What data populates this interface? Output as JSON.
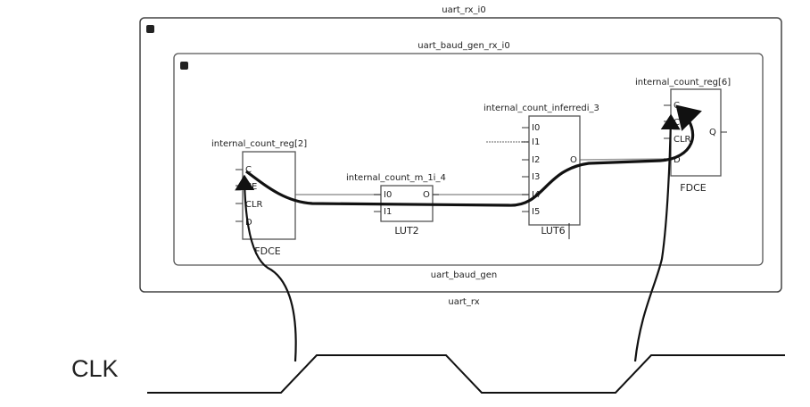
{
  "outer_block": {
    "top_label": "uart_rx_i0",
    "bottom_label": "uart_rx"
  },
  "inner_block": {
    "top_label": "uart_baud_gen_rx_i0",
    "bottom_label": "uart_baud_gen"
  },
  "cells": {
    "reg2": {
      "name": "internal_count_reg[2]",
      "type": "FDCE",
      "pins": [
        "C",
        "CE",
        "CLR",
        "D"
      ]
    },
    "lut2": {
      "name": "internal_count_m_1i_4",
      "type": "LUT2",
      "inputs": [
        "I0",
        "I1"
      ],
      "output": "O"
    },
    "lut6": {
      "name": "internal_count_inferredi_3",
      "type": "LUT6",
      "inputs": [
        "I0",
        "I1",
        "I2",
        "I3",
        "I4",
        "I5"
      ],
      "output": "O"
    },
    "reg6": {
      "name": "internal_count_reg[6]",
      "type": "FDCE",
      "pins": [
        "C",
        "CE",
        "CLR",
        "D"
      ],
      "output": "Q"
    }
  },
  "clock": {
    "label": "CLK"
  },
  "colors": {
    "line": "#222222",
    "box": "#555555",
    "wire": "#999999"
  }
}
